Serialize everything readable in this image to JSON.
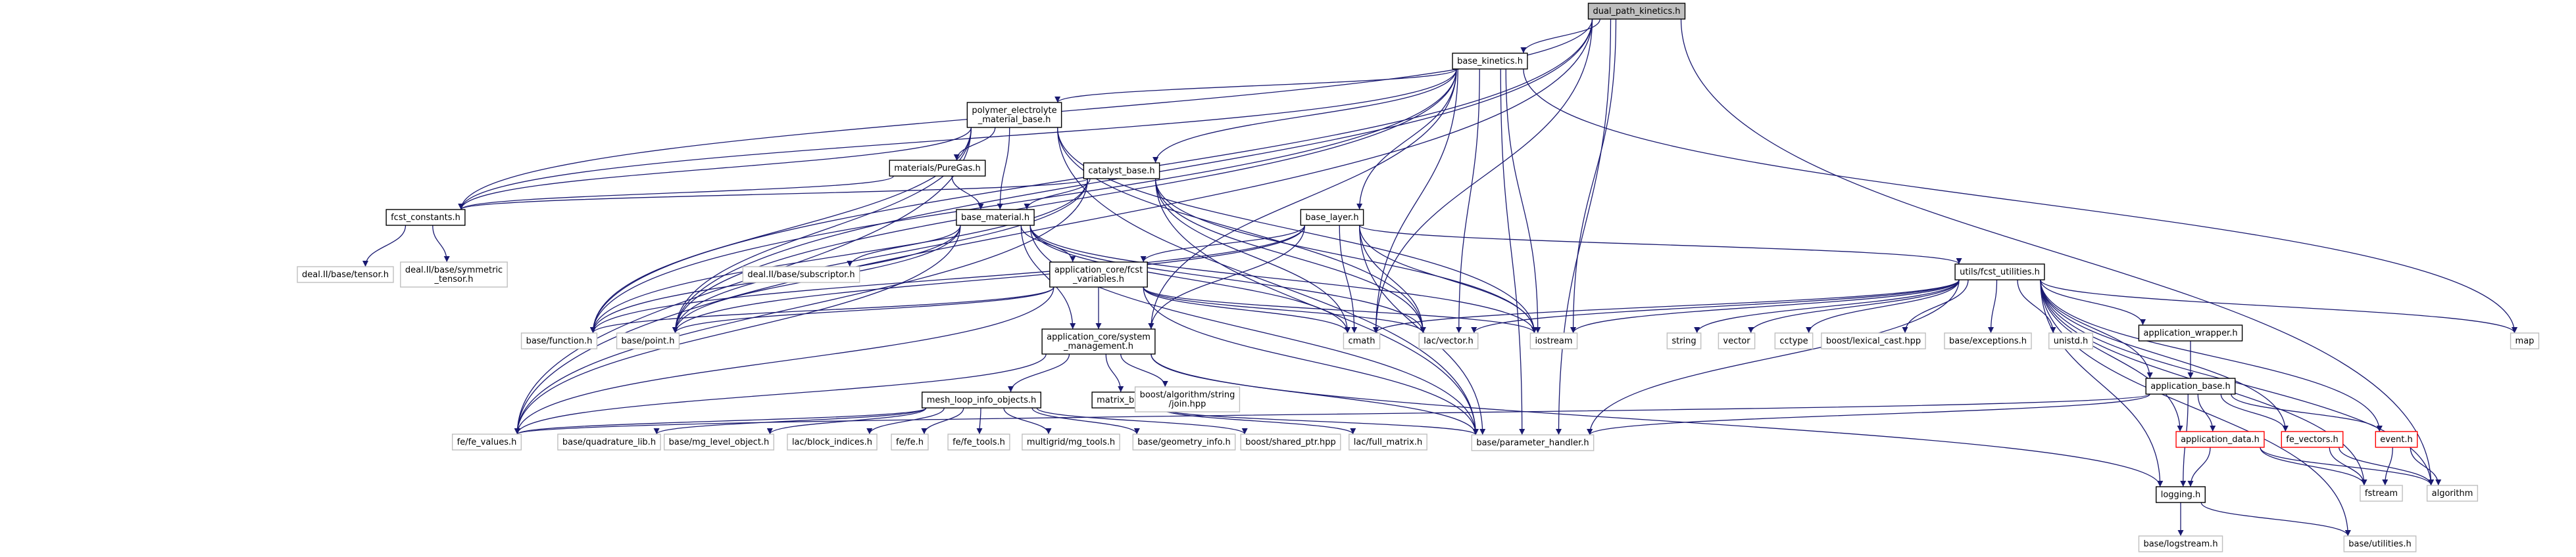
{
  "diagram": {
    "colors": {
      "edge": "#191970",
      "root_fill": "#bfbfbf",
      "root_border": "#000000",
      "documented_border": "#000000",
      "external_border": "#bfbfbf",
      "undocumented_border": "#ff0000"
    },
    "nodes": [
      {
        "id": "dual_path_kinetics",
        "lines": [
          "dual_path_kinetics.h"
        ],
        "kind": "root"
      },
      {
        "id": "base_kinetics",
        "lines": [
          "base_kinetics.h"
        ],
        "kind": "documented"
      },
      {
        "id": "polymer_electrolyte",
        "lines": [
          "polymer_electrolyte",
          "_material_base.h"
        ],
        "kind": "documented"
      },
      {
        "id": "pure_gas",
        "lines": [
          "materials/PureGas.h"
        ],
        "kind": "documented"
      },
      {
        "id": "catalyst_base",
        "lines": [
          "catalyst_base.h"
        ],
        "kind": "documented"
      },
      {
        "id": "fcst_constants",
        "lines": [
          "fcst_constants.h"
        ],
        "kind": "documented"
      },
      {
        "id": "base_material",
        "lines": [
          "base_material.h"
        ],
        "kind": "documented"
      },
      {
        "id": "base_layer",
        "lines": [
          "base_layer.h"
        ],
        "kind": "documented"
      },
      {
        "id": "fcst_variables",
        "lines": [
          "application_core/fcst",
          "_variables.h"
        ],
        "kind": "documented"
      },
      {
        "id": "system_management",
        "lines": [
          "application_core/system",
          "_management.h"
        ],
        "kind": "documented"
      },
      {
        "id": "fcst_utilities",
        "lines": [
          "utils/fcst_utilities.h"
        ],
        "kind": "documented"
      },
      {
        "id": "application_wrapper",
        "lines": [
          "application_wrapper.h"
        ],
        "kind": "documented"
      },
      {
        "id": "application_base",
        "lines": [
          "application_base.h"
        ],
        "kind": "documented"
      },
      {
        "id": "mesh_loop_info_objects",
        "lines": [
          "mesh_loop_info_objects.h"
        ],
        "kind": "documented"
      },
      {
        "id": "matrix_block",
        "lines": [
          "matrix_block.h"
        ],
        "kind": "documented"
      },
      {
        "id": "logging",
        "lines": [
          "logging.h"
        ],
        "kind": "documented"
      },
      {
        "id": "application_data",
        "lines": [
          "application_data.h"
        ],
        "kind": "undocumented"
      },
      {
        "id": "fe_vectors",
        "lines": [
          "fe_vectors.h"
        ],
        "kind": "undocumented"
      },
      {
        "id": "event",
        "lines": [
          "event.h"
        ],
        "kind": "undocumented"
      },
      {
        "id": "deal_tensor",
        "lines": [
          "deal.II/base/tensor.h"
        ],
        "kind": "external"
      },
      {
        "id": "deal_symmetric_tensor",
        "lines": [
          "deal.II/base/symmetric",
          "_tensor.h"
        ],
        "kind": "external"
      },
      {
        "id": "deal_subscriptor",
        "lines": [
          "deal.II/base/subscriptor.h"
        ],
        "kind": "external"
      },
      {
        "id": "base_function",
        "lines": [
          "base/function.h"
        ],
        "kind": "external"
      },
      {
        "id": "base_point",
        "lines": [
          "base/point.h"
        ],
        "kind": "external"
      },
      {
        "id": "cmath",
        "lines": [
          "cmath"
        ],
        "kind": "external"
      },
      {
        "id": "lac_vector",
        "lines": [
          "lac/vector.h"
        ],
        "kind": "external"
      },
      {
        "id": "iostream",
        "lines": [
          "iostream"
        ],
        "kind": "external"
      },
      {
        "id": "string",
        "lines": [
          "string"
        ],
        "kind": "external"
      },
      {
        "id": "vector",
        "lines": [
          "vector"
        ],
        "kind": "external"
      },
      {
        "id": "cctype",
        "lines": [
          "cctype"
        ],
        "kind": "external"
      },
      {
        "id": "lexical_cast",
        "lines": [
          "boost/lexical_cast.hpp"
        ],
        "kind": "external"
      },
      {
        "id": "base_exceptions",
        "lines": [
          "base/exceptions.h"
        ],
        "kind": "external"
      },
      {
        "id": "unistd",
        "lines": [
          "unistd.h"
        ],
        "kind": "external"
      },
      {
        "id": "map",
        "lines": [
          "map"
        ],
        "kind": "external"
      },
      {
        "id": "algorithm",
        "lines": [
          "algorithm"
        ],
        "kind": "external"
      },
      {
        "id": "fstream",
        "lines": [
          "fstream"
        ],
        "kind": "external"
      },
      {
        "id": "base_parameter_handler",
        "lines": [
          "base/parameter_handler.h"
        ],
        "kind": "external"
      },
      {
        "id": "fe_values",
        "lines": [
          "fe/fe_values.h"
        ],
        "kind": "external"
      },
      {
        "id": "quadrature_lib",
        "lines": [
          "base/quadrature_lib.h"
        ],
        "kind": "external"
      },
      {
        "id": "mg_level_object",
        "lines": [
          "base/mg_level_object.h"
        ],
        "kind": "external"
      },
      {
        "id": "block_indices",
        "lines": [
          "lac/block_indices.h"
        ],
        "kind": "external"
      },
      {
        "id": "fe_fe",
        "lines": [
          "fe/fe.h"
        ],
        "kind": "external"
      },
      {
        "id": "fe_tools",
        "lines": [
          "fe/fe_tools.h"
        ],
        "kind": "external"
      },
      {
        "id": "mg_tools",
        "lines": [
          "multigrid/mg_tools.h"
        ],
        "kind": "external"
      },
      {
        "id": "geometry_info",
        "lines": [
          "base/geometry_info.h"
        ],
        "kind": "external"
      },
      {
        "id": "shared_ptr",
        "lines": [
          "boost/shared_ptr.hpp"
        ],
        "kind": "external"
      },
      {
        "id": "full_matrix",
        "lines": [
          "lac/full_matrix.h"
        ],
        "kind": "external"
      },
      {
        "id": "string_join",
        "lines": [
          "boost/algorithm/string",
          "/join.hpp"
        ],
        "kind": "external"
      },
      {
        "id": "logstream",
        "lines": [
          "base/logstream.h"
        ],
        "kind": "external"
      },
      {
        "id": "base_utilities",
        "lines": [
          "base/utilities.h"
        ],
        "kind": "external"
      }
    ],
    "edges": [
      [
        "dual_path_kinetics",
        "base_kinetics"
      ],
      [
        "dual_path_kinetics",
        "fcst_constants"
      ],
      [
        "dual_path_kinetics",
        "base_function"
      ],
      [
        "dual_path_kinetics",
        "base_point"
      ],
      [
        "dual_path_kinetics",
        "fe_values"
      ],
      [
        "dual_path_kinetics",
        "cmath"
      ],
      [
        "dual_path_kinetics",
        "iostream"
      ],
      [
        "dual_path_kinetics",
        "base_parameter_handler"
      ],
      [
        "dual_path_kinetics",
        "algorithm"
      ],
      [
        "base_kinetics",
        "polymer_electrolyte"
      ],
      [
        "base_kinetics",
        "catalyst_base"
      ],
      [
        "base_kinetics",
        "base_layer"
      ],
      [
        "base_kinetics",
        "fcst_constants"
      ],
      [
        "base_kinetics",
        "base_function"
      ],
      [
        "base_kinetics",
        "base_point"
      ],
      [
        "base_kinetics",
        "cmath"
      ],
      [
        "base_kinetics",
        "lac_vector"
      ],
      [
        "base_kinetics",
        "iostream"
      ],
      [
        "base_kinetics",
        "base_parameter_handler"
      ],
      [
        "base_kinetics",
        "map"
      ],
      [
        "base_kinetics",
        "system_management"
      ],
      [
        "polymer_electrolyte",
        "base_material"
      ],
      [
        "polymer_electrolyte",
        "pure_gas"
      ],
      [
        "polymer_electrolyte",
        "fcst_constants"
      ],
      [
        "polymer_electrolyte",
        "base_point"
      ],
      [
        "polymer_electrolyte",
        "base_function"
      ],
      [
        "polymer_electrolyte",
        "fe_values"
      ],
      [
        "polymer_electrolyte",
        "lac_vector"
      ],
      [
        "polymer_electrolyte",
        "base_parameter_handler"
      ],
      [
        "polymer_electrolyte",
        "iostream"
      ],
      [
        "pure_gas",
        "base_material"
      ],
      [
        "pure_gas",
        "fcst_constants"
      ],
      [
        "catalyst_base",
        "base_material"
      ],
      [
        "catalyst_base",
        "fcst_constants"
      ],
      [
        "catalyst_base",
        "base_function"
      ],
      [
        "catalyst_base",
        "base_point"
      ],
      [
        "catalyst_base",
        "cmath"
      ],
      [
        "catalyst_base",
        "lac_vector"
      ],
      [
        "catalyst_base",
        "iostream"
      ],
      [
        "catalyst_base",
        "base_parameter_handler"
      ],
      [
        "catalyst_base",
        "fe_values"
      ],
      [
        "fcst_constants",
        "deal_tensor"
      ],
      [
        "fcst_constants",
        "deal_symmetric_tensor"
      ],
      [
        "base_material",
        "fcst_variables"
      ],
      [
        "base_material",
        "system_management"
      ],
      [
        "base_material",
        "deal_subscriptor"
      ],
      [
        "base_material",
        "base_function"
      ],
      [
        "base_material",
        "base_point"
      ],
      [
        "base_material",
        "fe_values"
      ],
      [
        "base_material",
        "cmath"
      ],
      [
        "base_material",
        "lac_vector"
      ],
      [
        "base_material",
        "iostream"
      ],
      [
        "base_material",
        "base_parameter_handler"
      ],
      [
        "base_layer",
        "fcst_variables"
      ],
      [
        "base_layer",
        "system_management"
      ],
      [
        "base_layer",
        "fcst_utilities"
      ],
      [
        "base_layer",
        "base_function"
      ],
      [
        "base_layer",
        "base_point"
      ],
      [
        "base_layer",
        "cmath"
      ],
      [
        "base_layer",
        "lac_vector"
      ],
      [
        "base_layer",
        "iostream"
      ],
      [
        "base_layer",
        "base_parameter_handler"
      ],
      [
        "fcst_variables",
        "system_management"
      ],
      [
        "fcst_variables",
        "base_function"
      ],
      [
        "fcst_variables",
        "base_point"
      ],
      [
        "fcst_variables",
        "cmath"
      ],
      [
        "fcst_variables",
        "lac_vector"
      ],
      [
        "fcst_variables",
        "iostream"
      ],
      [
        "fcst_variables",
        "fe_values"
      ],
      [
        "fcst_variables",
        "base_parameter_handler"
      ],
      [
        "system_management",
        "mesh_loop_info_objects"
      ],
      [
        "system_management",
        "matrix_block"
      ],
      [
        "system_management",
        "string_join"
      ],
      [
        "system_management",
        "base_parameter_handler"
      ],
      [
        "system_management",
        "logging"
      ],
      [
        "system_management",
        "fe_values"
      ],
      [
        "mesh_loop_info_objects",
        "fe_values"
      ],
      [
        "mesh_loop_info_objects",
        "quadrature_lib"
      ],
      [
        "mesh_loop_info_objects",
        "mg_level_object"
      ],
      [
        "mesh_loop_info_objects",
        "block_indices"
      ],
      [
        "mesh_loop_info_objects",
        "fe_fe"
      ],
      [
        "mesh_loop_info_objects",
        "fe_tools"
      ],
      [
        "mesh_loop_info_objects",
        "mg_tools"
      ],
      [
        "mesh_loop_info_objects",
        "geometry_info"
      ],
      [
        "mesh_loop_info_objects",
        "shared_ptr"
      ],
      [
        "matrix_block",
        "full_matrix"
      ],
      [
        "matrix_block",
        "base_parameter_handler"
      ],
      [
        "fcst_utilities",
        "string"
      ],
      [
        "fcst_utilities",
        "vector"
      ],
      [
        "fcst_utilities",
        "cctype"
      ],
      [
        "fcst_utilities",
        "lexical_cast"
      ],
      [
        "fcst_utilities",
        "base_exceptions"
      ],
      [
        "fcst_utilities",
        "unistd"
      ],
      [
        "fcst_utilities",
        "map"
      ],
      [
        "fcst_utilities",
        "algorithm"
      ],
      [
        "fcst_utilities",
        "fstream"
      ],
      [
        "fcst_utilities",
        "iostream"
      ],
      [
        "fcst_utilities",
        "cmath"
      ],
      [
        "fcst_utilities",
        "lac_vector"
      ],
      [
        "fcst_utilities",
        "base_parameter_handler"
      ],
      [
        "fcst_utilities",
        "application_wrapper"
      ],
      [
        "fcst_utilities",
        "application_base"
      ],
      [
        "fcst_utilities",
        "application_data"
      ],
      [
        "fcst_utilities",
        "fe_vectors"
      ],
      [
        "fcst_utilities",
        "event"
      ],
      [
        "fcst_utilities",
        "logging"
      ],
      [
        "fcst_utilities",
        "base_utilities"
      ],
      [
        "application_wrapper",
        "application_base"
      ],
      [
        "application_base",
        "application_data"
      ],
      [
        "application_base",
        "fe_vectors"
      ],
      [
        "application_base",
        "event"
      ],
      [
        "application_base",
        "logging"
      ],
      [
        "application_base",
        "base_parameter_handler"
      ],
      [
        "application_base",
        "fe_values"
      ],
      [
        "application_data",
        "logging"
      ],
      [
        "application_data",
        "fstream"
      ],
      [
        "application_data",
        "algorithm"
      ],
      [
        "fe_vectors",
        "fstream"
      ],
      [
        "fe_vectors",
        "algorithm"
      ],
      [
        "event",
        "algorithm"
      ],
      [
        "event",
        "fstream"
      ],
      [
        "logging",
        "logstream"
      ],
      [
        "logging",
        "base_utilities"
      ]
    ]
  }
}
